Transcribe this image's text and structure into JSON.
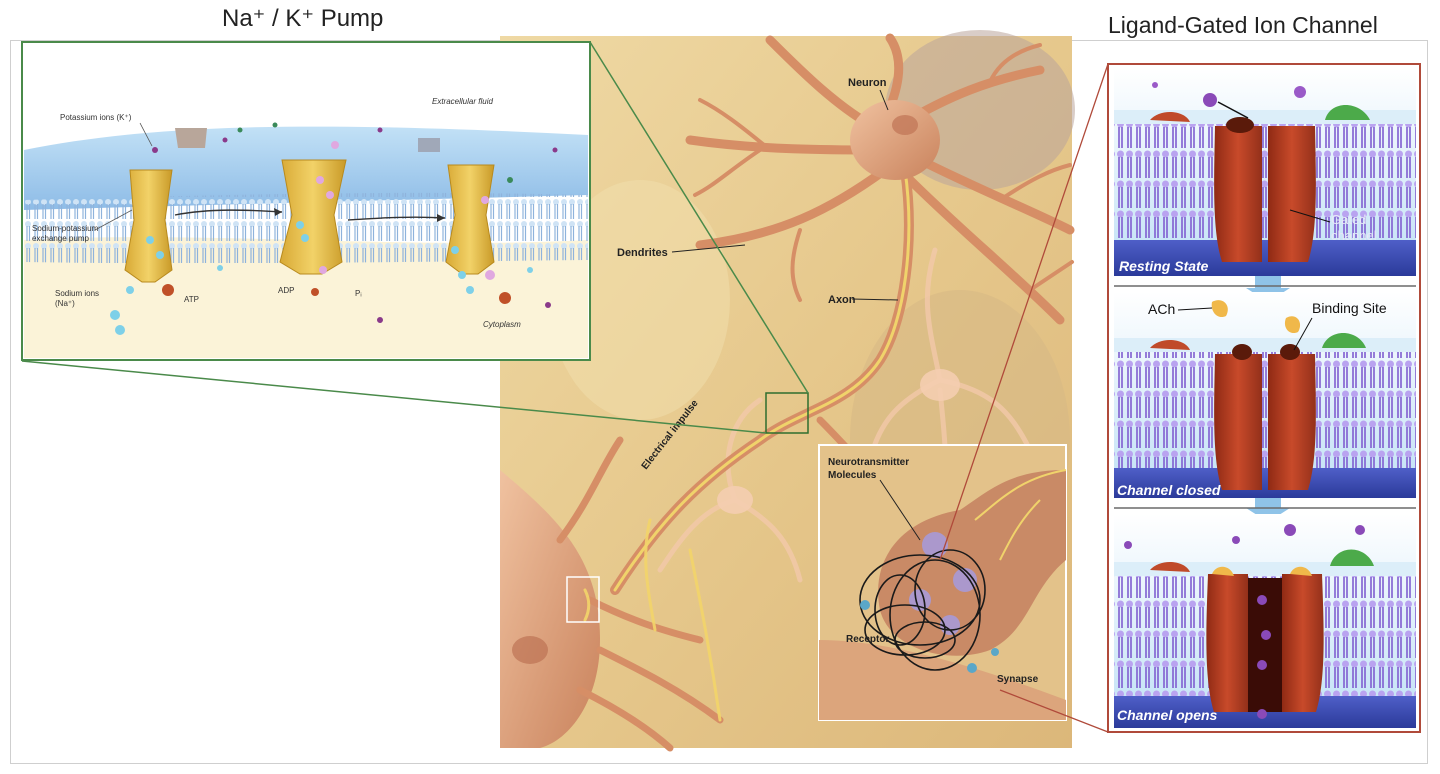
{
  "titles": {
    "left": "Na⁺ / K⁺ Pump",
    "right": "Ligand-Gated Ion Channel"
  },
  "pump_labels": {
    "potassium": "Potassium ions (K⁺)",
    "extracellular": "Extracellular fluid",
    "pump_line1": "Sodium-potassium",
    "pump_line2": "exchange pump",
    "sodium_line1": "Sodium ions",
    "sodium_line2": "(Na⁺)",
    "atp": "ATP",
    "adp": "ADP",
    "pi": "Pᵢ",
    "cytoplasm": "Cytoplasm"
  },
  "neuron_labels": {
    "neuron": "Neuron",
    "dendrites": "Dendrites",
    "axon": "Axon",
    "impulse": "Electrical impulse",
    "nt_line1": "Neurotransmitter",
    "nt_line2": "Molecules",
    "receptor": "Receptor",
    "synapse": "Synapse"
  },
  "channel_labels": {
    "gated_line1": "Gated",
    "gated_line2": "channel",
    "resting": "Resting State",
    "ach": "ACh",
    "binding": "Binding Site",
    "closed": "Channel closed",
    "opens": "Channel opens"
  },
  "colors": {
    "pump_frame": "#4a8a4a",
    "channel_frame": "#b04a3a",
    "membrane_purple": "#7a5ac8",
    "neuron_bg": "#e8cc90",
    "neuron_body": "#d99a72",
    "channel_protein": "#b53a22",
    "pump_protein": "#e8bf45"
  }
}
